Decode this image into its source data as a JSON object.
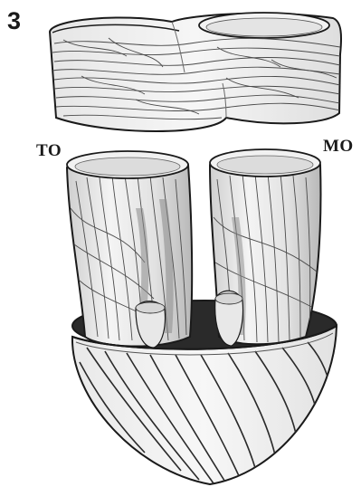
{
  "figure": {
    "panel_number": "3",
    "labels": {
      "left_orifice": "TO",
      "right_orifice": "MO"
    },
    "colors": {
      "ink": "#1a1a1a",
      "fiber": "#4a4a4a",
      "shade_light": "#efefef",
      "shade_mid": "#cfcfcf",
      "shade_dark": "#8a8a8a",
      "cavity": "#2a2a2a"
    }
  }
}
